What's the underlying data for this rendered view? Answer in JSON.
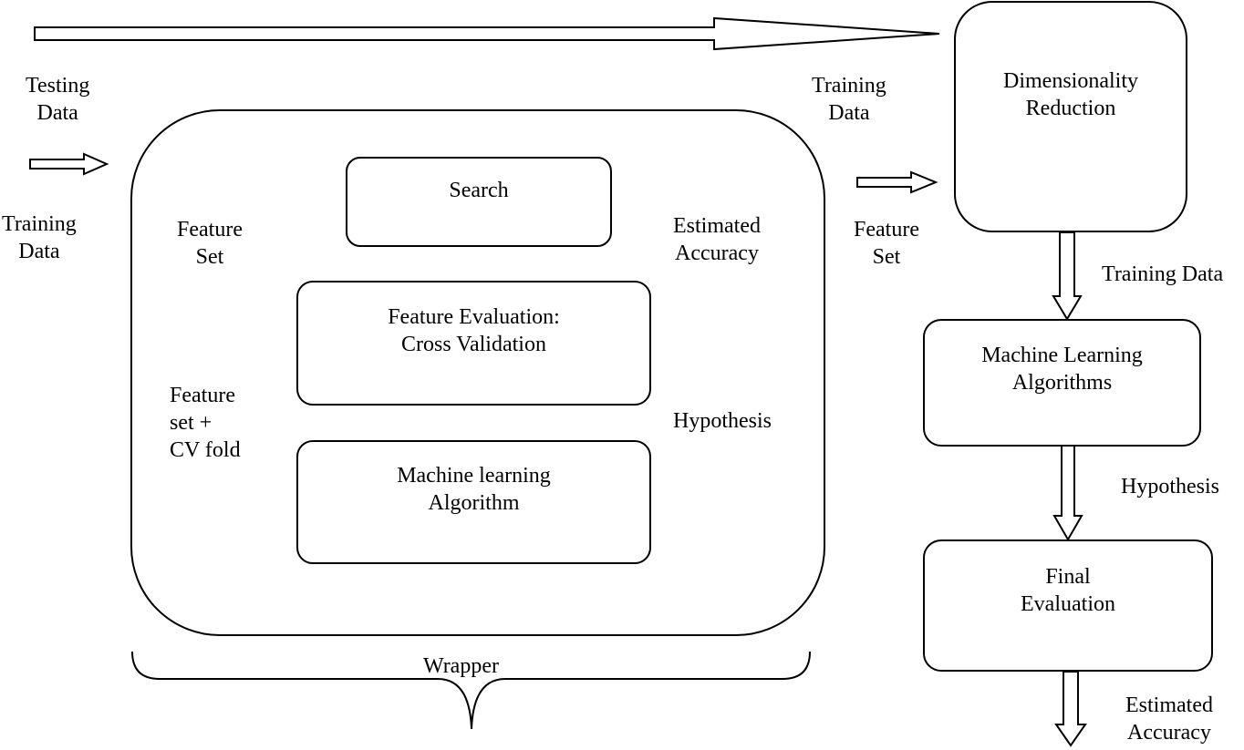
{
  "left_labels": {
    "testing_data": [
      "Testing",
      "Data"
    ],
    "training_data": [
      "Training",
      "Data"
    ]
  },
  "wrapper": {
    "feature_set": [
      "Feature",
      "Set"
    ],
    "estimated_accuracy": [
      "Estimated",
      "Accuracy"
    ],
    "feature_set_cv": [
      "Feature",
      "set +",
      "CV fold"
    ],
    "hypothesis": "Hypothesis",
    "search": "Search",
    "feature_evaluation": [
      "Feature Evaluation:",
      "Cross Validation"
    ],
    "ml_algorithm": [
      "Machine learning",
      "Algorithm"
    ],
    "brace_label": "Wrapper"
  },
  "middle_labels": {
    "training_data": [
      "Training",
      "Data"
    ],
    "feature_set": [
      "Feature",
      "Set"
    ]
  },
  "pipeline": {
    "dimensionality_reduction": [
      "Dimensionality",
      "Reduction"
    ],
    "training_data": "Training Data",
    "ml_algorithms": [
      "Machine Learning",
      "Algorithms"
    ],
    "hypothesis": "Hypothesis",
    "final_evaluation": [
      "Final",
      "Evaluation"
    ],
    "estimated_accuracy": [
      "Estimated",
      "Accuracy"
    ]
  }
}
